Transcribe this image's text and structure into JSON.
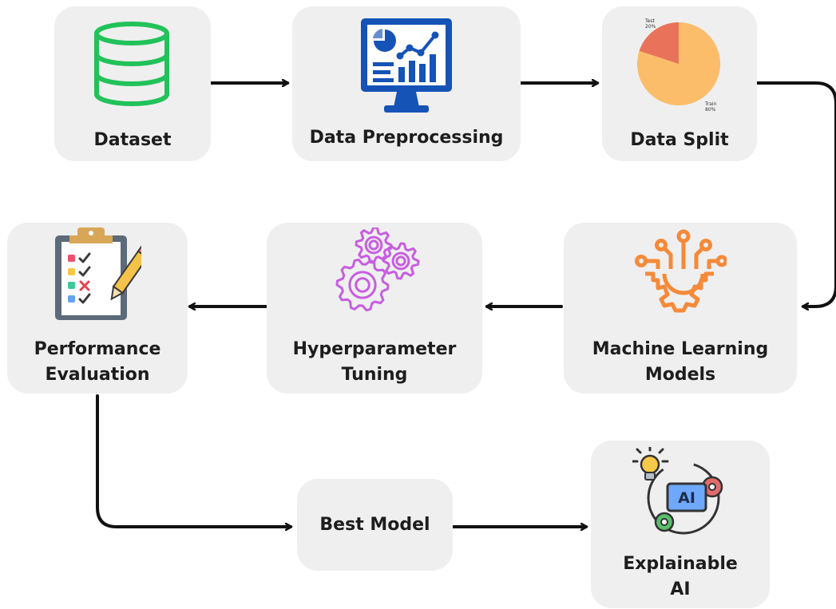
{
  "nodes": {
    "dataset": {
      "label": "Dataset"
    },
    "preprocessing": {
      "label": "Data Preprocessing"
    },
    "split": {
      "label": "Data Split",
      "pie": {
        "slices": [
          {
            "name": "Test",
            "value_text": "20%",
            "value": 20,
            "color": "#e8735a"
          },
          {
            "name": "Train",
            "value_text": "80%",
            "value": 80,
            "color": "#fbbd6a"
          }
        ]
      }
    },
    "ml_models": {
      "label_line1": "Machine Learning",
      "label_line2": "Models"
    },
    "tuning": {
      "label_line1": "Hyperparameter",
      "label_line2": "Tuning"
    },
    "evaluation": {
      "label_line1": "Performance",
      "label_line2": "Evaluation"
    },
    "best_model": {
      "label": "Best Model"
    },
    "xai": {
      "label_line1": "Explainable",
      "label_line2": "AI",
      "badge": "AI"
    }
  },
  "colors": {
    "box": "#efefef",
    "arrow": "#111111",
    "database": "#22c25a",
    "monitor": "#1553b6",
    "gears_purple": "#c75ee0",
    "ml_orange": "#f58a3a"
  },
  "icons": {
    "dataset": "database-icon",
    "preprocessing": "analytics-monitor-icon",
    "split": "pie-chart-icon",
    "ml_models": "circuit-gear-icon",
    "tuning": "gears-icon",
    "evaluation": "checklist-clipboard-icon",
    "xai": "explainable-ai-icon"
  }
}
